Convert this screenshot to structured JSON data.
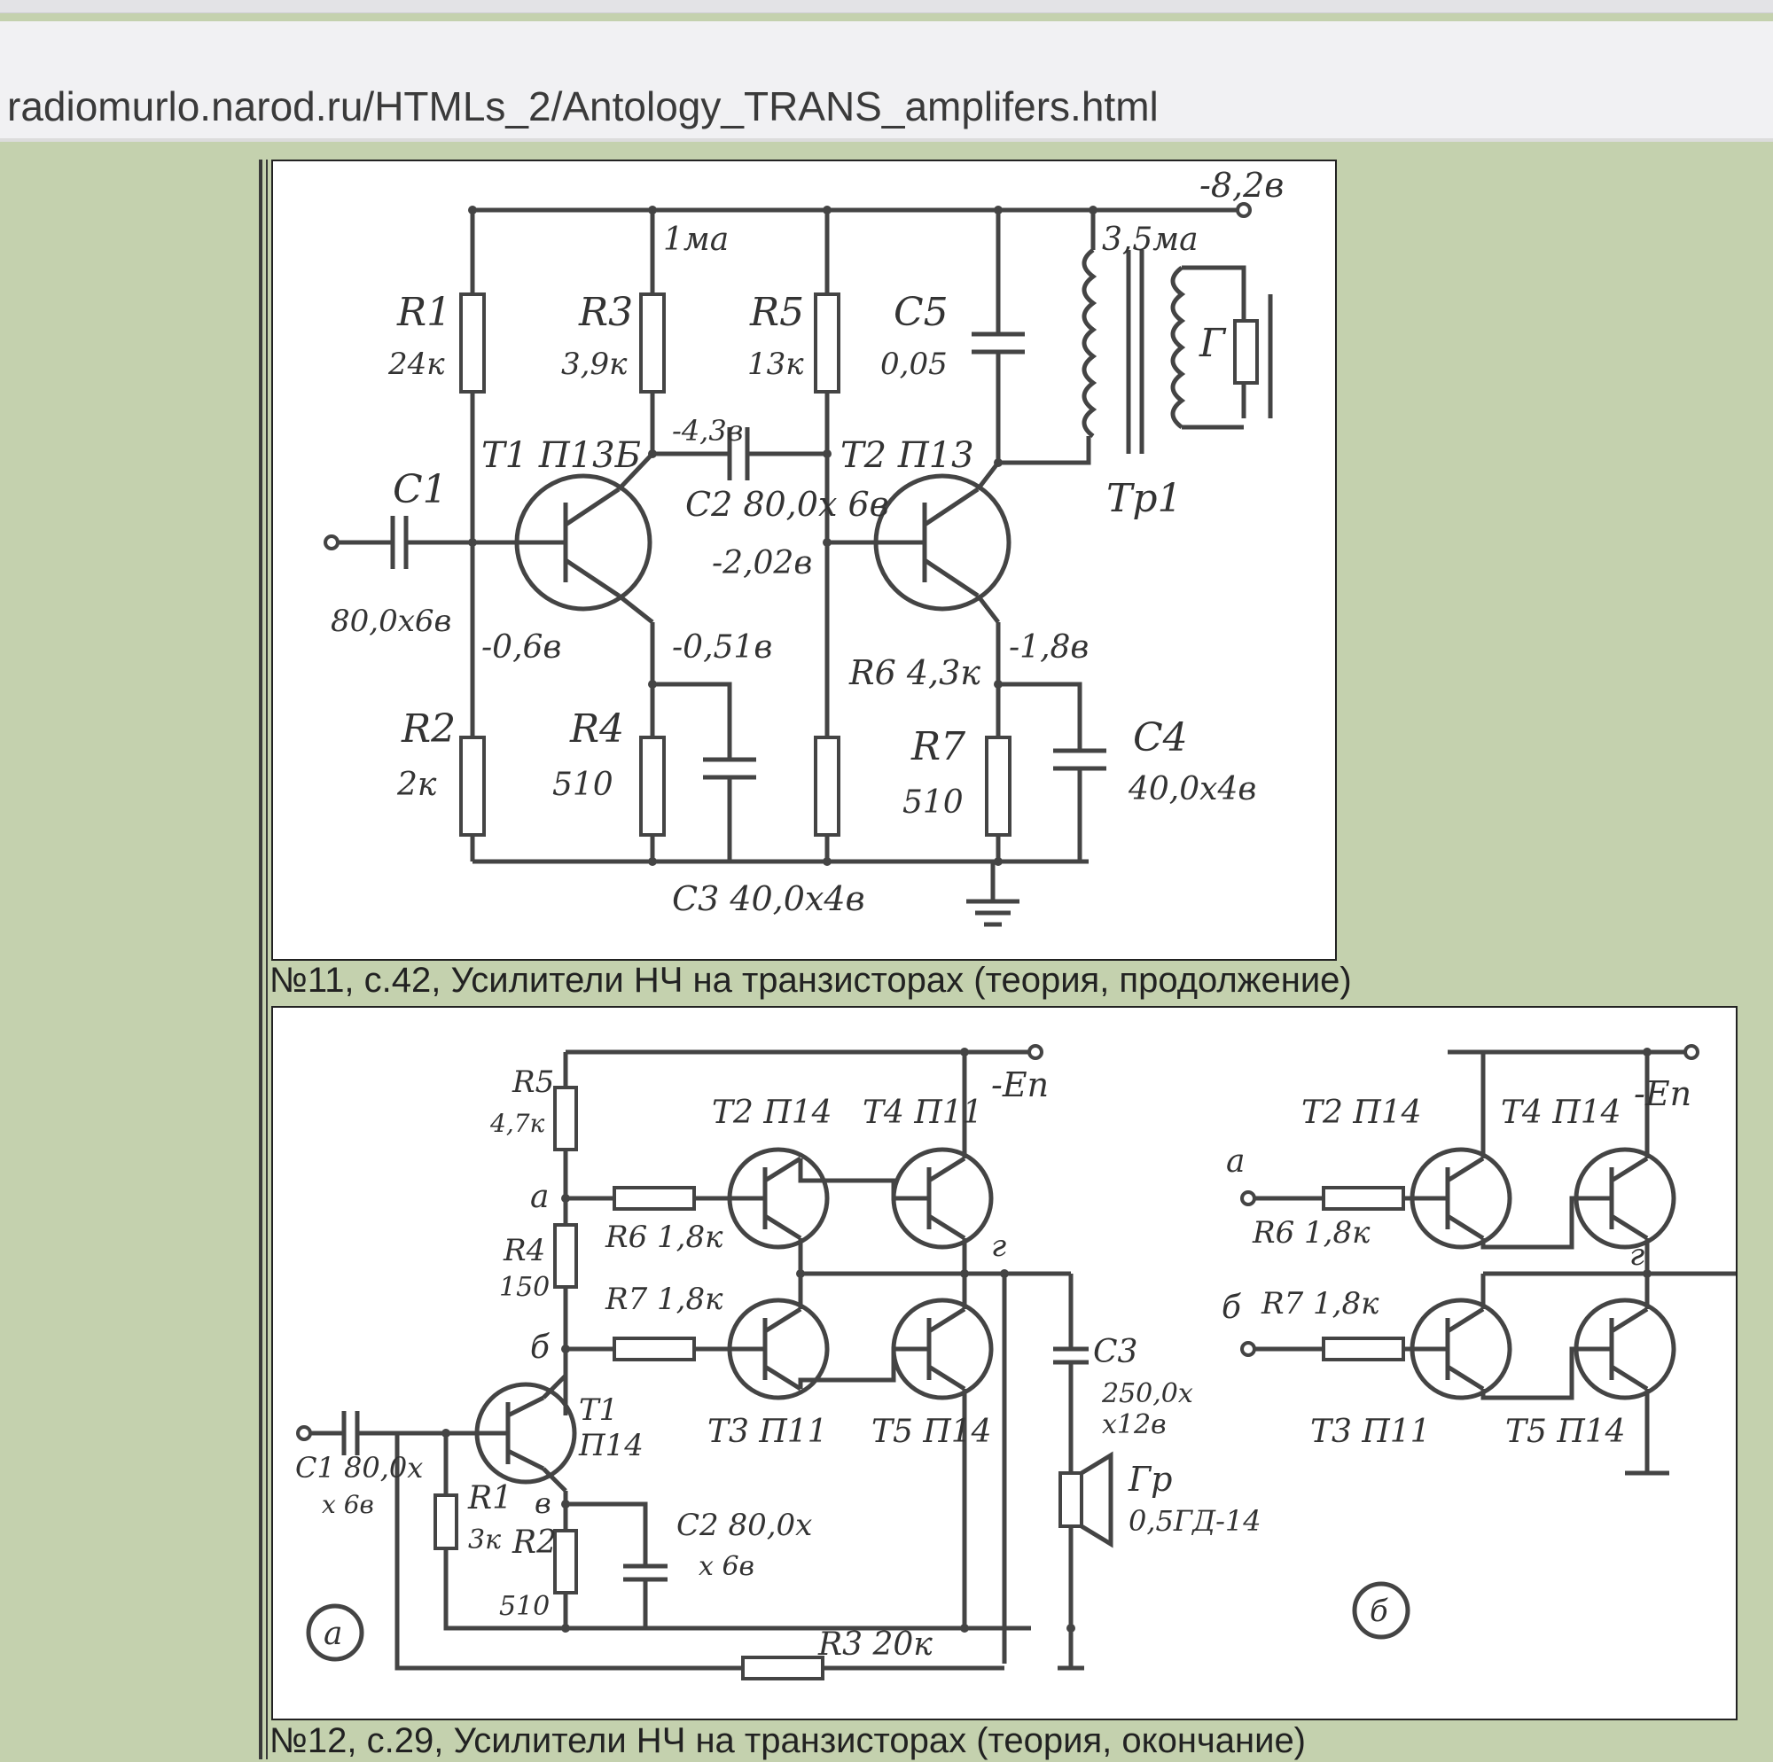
{
  "browser": {
    "url": "radiomurlo.narod.ru/HTMLs_2/Antology_TRANS_amplifers.html"
  },
  "figures": [
    {
      "caption": "№11, с.42, Усилители НЧ на транзисторах (теория, продолжение)",
      "labels": {
        "supply": "-8,2в",
        "i1": "1ма",
        "i2": "3,5ма",
        "r1": "R1",
        "r1v": "24к",
        "r3": "R3",
        "r3v": "3,9к",
        "r5": "R5",
        "r5v": "13к",
        "c5": "C5",
        "c5v": "0,05",
        "gen": "Г",
        "tr": "Тр1",
        "t1": "T1 П13Б",
        "v43": "-4,3в",
        "t2": "T2 П13",
        "c2": "C2 80,0х 6в",
        "c1": "C1",
        "c1v": "80,0х6в",
        "v202": "-2,02в",
        "v06": "-0,6в",
        "v051": "-0,51в",
        "r6": "R6 4,3к",
        "v18": "-1,8в",
        "r2": "R2",
        "r2v": "2к",
        "r4": "R4",
        "r4v": "510",
        "r7": "R7",
        "r7v": "510",
        "c4": "C4",
        "c4v": "40,0х4в",
        "c3": "C3 40,0х4в"
      }
    },
    {
      "caption": "№12, с.29, Усилители НЧ на транзисторах (теория, окончание)",
      "labels": {
        "r5": "R5",
        "r5v": "4,7к",
        "t2": "T2 П14",
        "t4": "T4 П11",
        "ep": "-Eп",
        "a": "а",
        "r6": "R6 1,8к",
        "g": "г",
        "r4": "R4",
        "r4v": "150",
        "r7": "R7 1,8к",
        "b": "б",
        "c3": "C3",
        "c3v1": "250,0х",
        "c3v2": "х12в",
        "c1": "C1 80,0х",
        "c1v": "х 6в",
        "t1": "T1",
        "t1v": "П14",
        "t3": "T3 П11",
        "t5": "T5 П14",
        "gr": "Гр",
        "grv": "0,5ГД-14",
        "r1": "R1",
        "r1v": "3к",
        "v": "в",
        "r2": "R2",
        "r2v": "510",
        "c2": "C2 80,0х",
        "c2v": "х 6в",
        "ma": "а",
        "mb": "б",
        "r3": "R3 20к",
        "bt2": "T2 П14",
        "bt4": "T4 П14",
        "bep": "-Eп",
        "ba": "а",
        "br6": "R6 1,8к",
        "bg": "г",
        "bb": "б",
        "br7": "R7 1,8к",
        "bt3": "T3 П11",
        "bt5": "T5 П14"
      }
    }
  ]
}
